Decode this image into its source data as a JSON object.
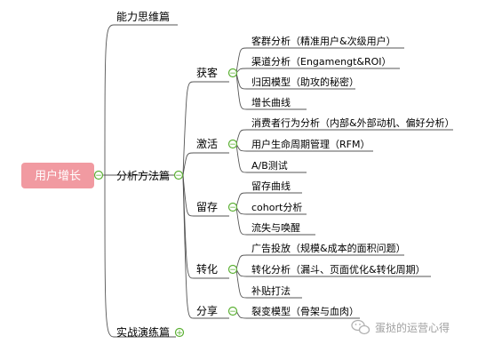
{
  "root": {
    "label": "用户增长"
  },
  "branches": [
    {
      "id": "b1",
      "label": "能力思维篇",
      "toggle": ""
    },
    {
      "id": "b2",
      "label": "分析方法篇",
      "toggle": "−",
      "children": [
        {
          "id": "c1",
          "label": "获客",
          "toggle": "−",
          "leaves": [
            "客群分析（精准用户&次级用户）",
            "渠道分析（Engamengt&ROI）",
            "归因模型（助攻的秘密）",
            "增长曲线"
          ]
        },
        {
          "id": "c2",
          "label": "激活",
          "toggle": "−",
          "leaves": [
            "消费者行为分析（内部&外部动机、偏好分析）",
            "用户生命周期管理（RFM）",
            "A/B测试"
          ]
        },
        {
          "id": "c3",
          "label": "留存",
          "toggle": "−",
          "leaves": [
            "留存曲线",
            "cohort分析",
            "流失与唤醒"
          ]
        },
        {
          "id": "c4",
          "label": "转化",
          "toggle": "−",
          "leaves": [
            "广告投放（规模&成本的面积问题）",
            "转化分析（漏斗、页面优化&转化周期）",
            "补贴打法"
          ]
        },
        {
          "id": "c5",
          "label": "分享",
          "toggle": "−",
          "leaves": [
            "裂变模型（骨架与血肉）"
          ]
        }
      ]
    },
    {
      "id": "b3",
      "label": "实战演练篇",
      "toggle": "+"
    }
  ],
  "watermark": {
    "text": "蛋挞的运营心得"
  },
  "colors": {
    "root_fill": "#f19aa1",
    "line": "#555555",
    "toggle_green": "#5bb033",
    "text": "#222222"
  }
}
